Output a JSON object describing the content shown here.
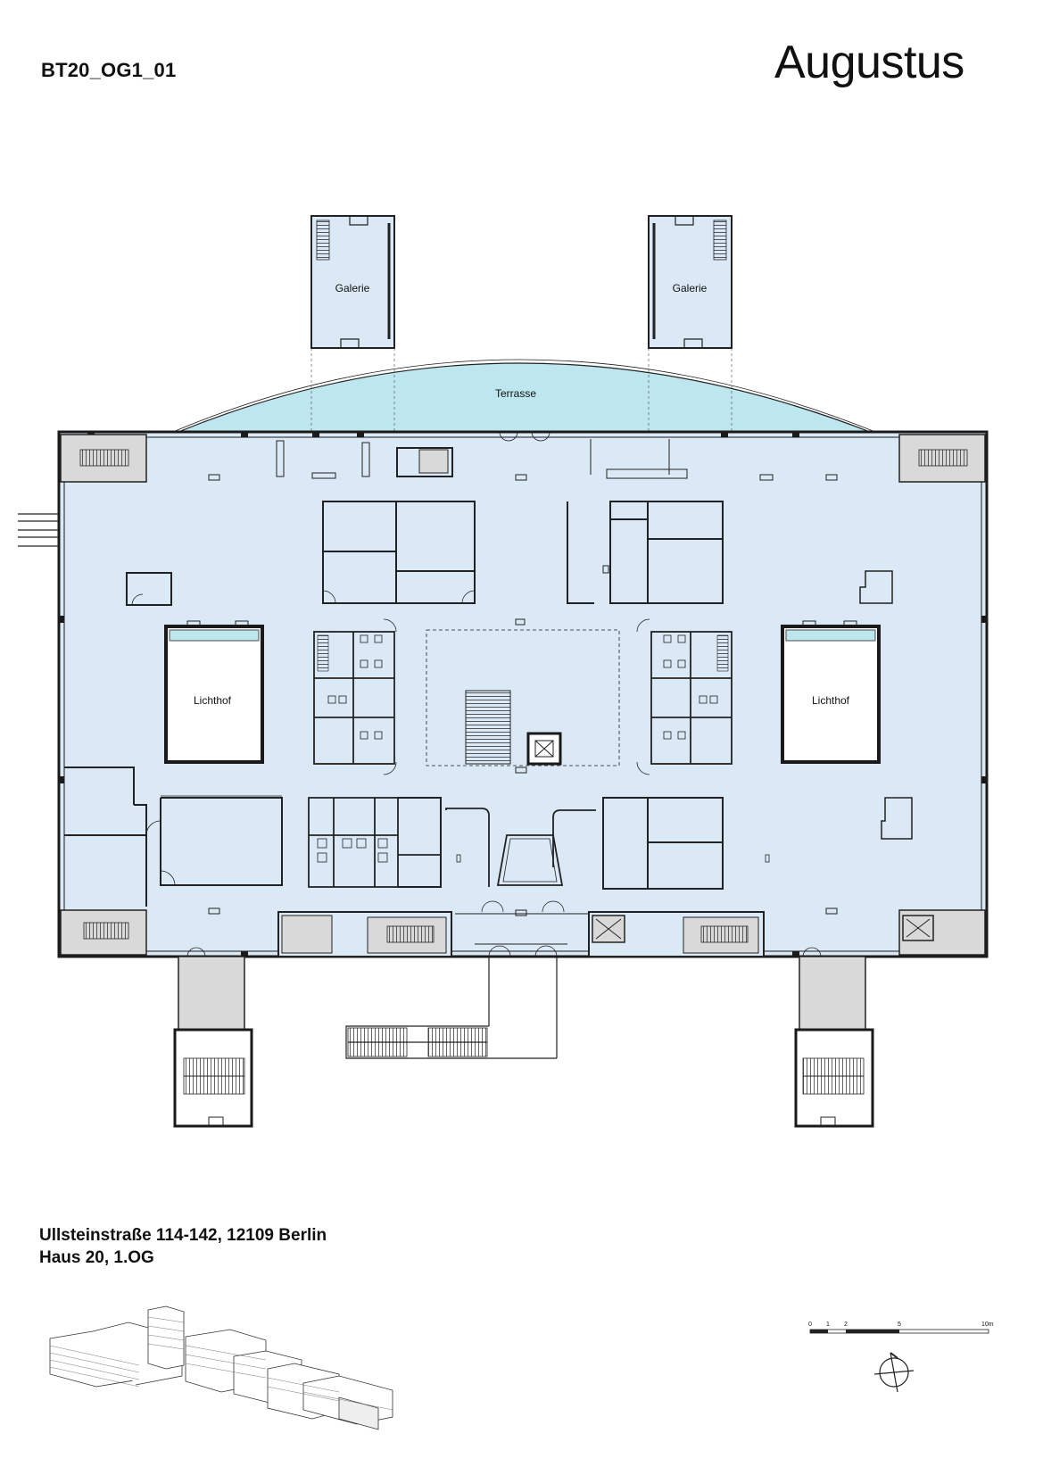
{
  "header": {
    "plan_code": "BT20_OG1_01",
    "brand": "Augustus"
  },
  "labels": {
    "galerie_left": "Galerie",
    "galerie_right": "Galerie",
    "terrasse": "Terrasse",
    "lichthof_left": "Lichthof",
    "lichthof_right": "Lichthof"
  },
  "address": {
    "line1": "Ullsteinstraße 114-142, 12109 Berlin",
    "line2": "Haus 20, 1.OG"
  },
  "scale_bar": {
    "ticks": [
      "0",
      "1",
      "2",
      "5",
      "10m"
    ]
  },
  "colors": {
    "floor_fill": "#dbe9f6",
    "terrace_fill": "#bde6ee",
    "core_fill": "#d9d9d9",
    "wall": "#1a1a1a"
  }
}
